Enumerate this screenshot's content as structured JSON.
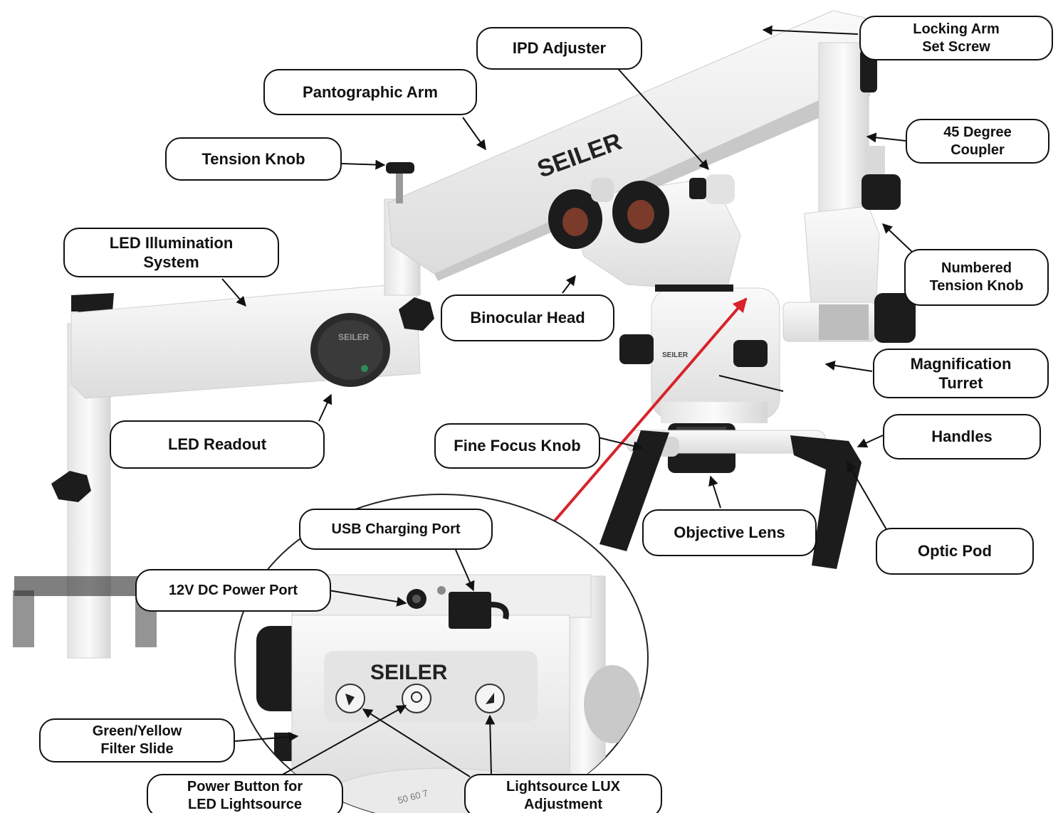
{
  "labels": {
    "locking_arm_set_screw": "Locking Arm\nSet Screw",
    "ipd_adjuster": "IPD Adjuster",
    "pantographic_arm": "Pantographic Arm",
    "forty_five_degree_coupler": "45 Degree\nCoupler",
    "tension_knob": "Tension Knob",
    "numbered_tension_knob": "Numbered\nTension Knob",
    "led_illumination_system": "LED Illumination\nSystem",
    "binocular_head": "Binocular Head",
    "magnification_turret": "Magnification\nTurret",
    "led_readout": "LED Readout",
    "fine_focus_knob": "Fine Focus Knob",
    "handles": "Handles",
    "usb_charging_port": "USB Charging Port",
    "objective_lens": "Objective Lens",
    "optic_pod": "Optic Pod",
    "twelve_v_dc_power_port": "12V DC Power Port",
    "green_yellow_filter_slide": "Green/Yellow\nFilter Slide",
    "power_button_for_led_lightsource": "Power Button for\nLED Lightsource",
    "lightsource_lux_adjustment": "Lightsource LUX\nAdjustment"
  },
  "branding": {
    "logo_text": "SEILER"
  },
  "dial_text": "50 60 7",
  "colors": {
    "callout_border": "#111111",
    "device_body": "#f2f2f2",
    "knob": "#1c1c1c",
    "pointer_red": "#d8232a"
  }
}
